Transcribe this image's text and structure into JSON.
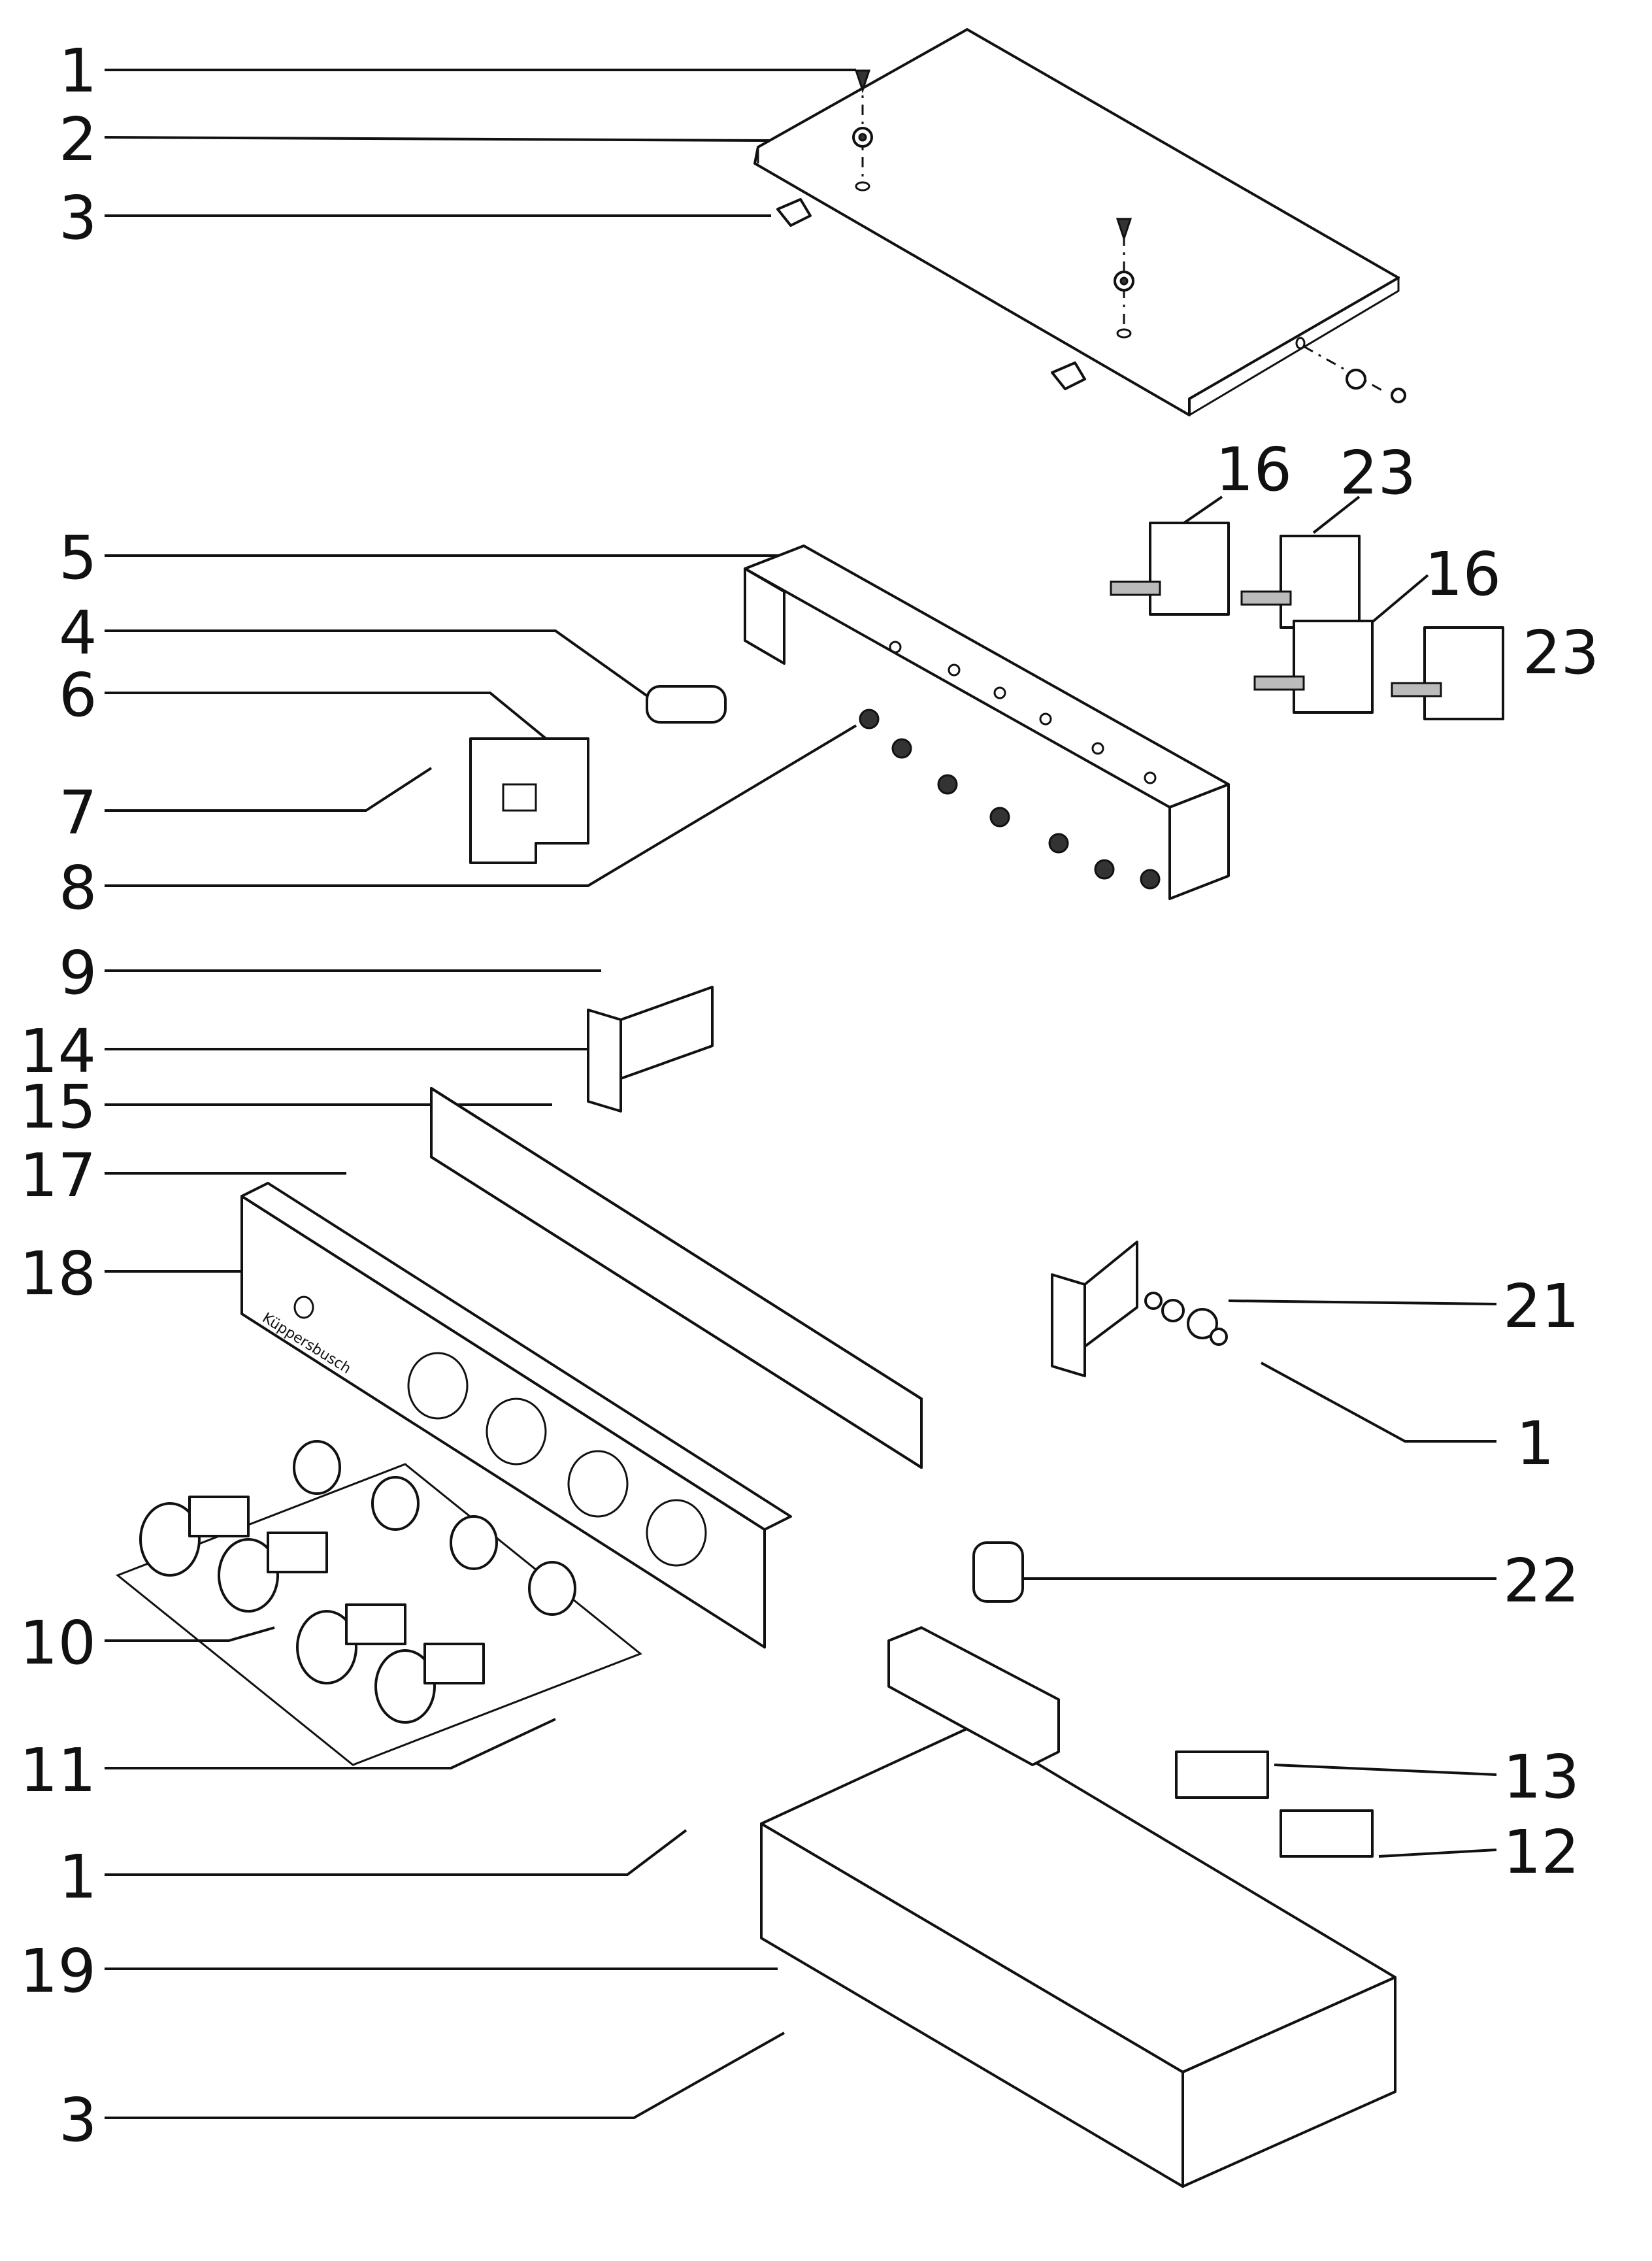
{
  "callouts": [
    {
      "id": "c-1a",
      "text": "1"
    },
    {
      "id": "c-2",
      "text": "2"
    },
    {
      "id": "c-3a",
      "text": "3"
    },
    {
      "id": "c-5",
      "text": "5"
    },
    {
      "id": "c-4",
      "text": "4"
    },
    {
      "id": "c-6",
      "text": "6"
    },
    {
      "id": "c-7",
      "text": "7"
    },
    {
      "id": "c-8",
      "text": "8"
    },
    {
      "id": "c-9",
      "text": "9"
    },
    {
      "id": "c-14",
      "text": "14"
    },
    {
      "id": "c-15",
      "text": "15"
    },
    {
      "id": "c-17",
      "text": "17"
    },
    {
      "id": "c-18",
      "text": "18"
    },
    {
      "id": "c-10",
      "text": "10"
    },
    {
      "id": "c-11",
      "text": "11"
    },
    {
      "id": "c-1c",
      "text": "1"
    },
    {
      "id": "c-19",
      "text": "19"
    },
    {
      "id": "c-3b",
      "text": "3"
    },
    {
      "id": "c-16a",
      "text": "16"
    },
    {
      "id": "c-23a",
      "text": "23"
    },
    {
      "id": "c-16b",
      "text": "16"
    },
    {
      "id": "c-23b",
      "text": "23"
    },
    {
      "id": "c-21",
      "text": "21"
    },
    {
      "id": "c-1b",
      "text": "1"
    },
    {
      "id": "c-22",
      "text": "22"
    },
    {
      "id": "c-13",
      "text": "13"
    },
    {
      "id": "c-12",
      "text": "12"
    }
  ],
  "panel_brand": "Küppersbusch"
}
